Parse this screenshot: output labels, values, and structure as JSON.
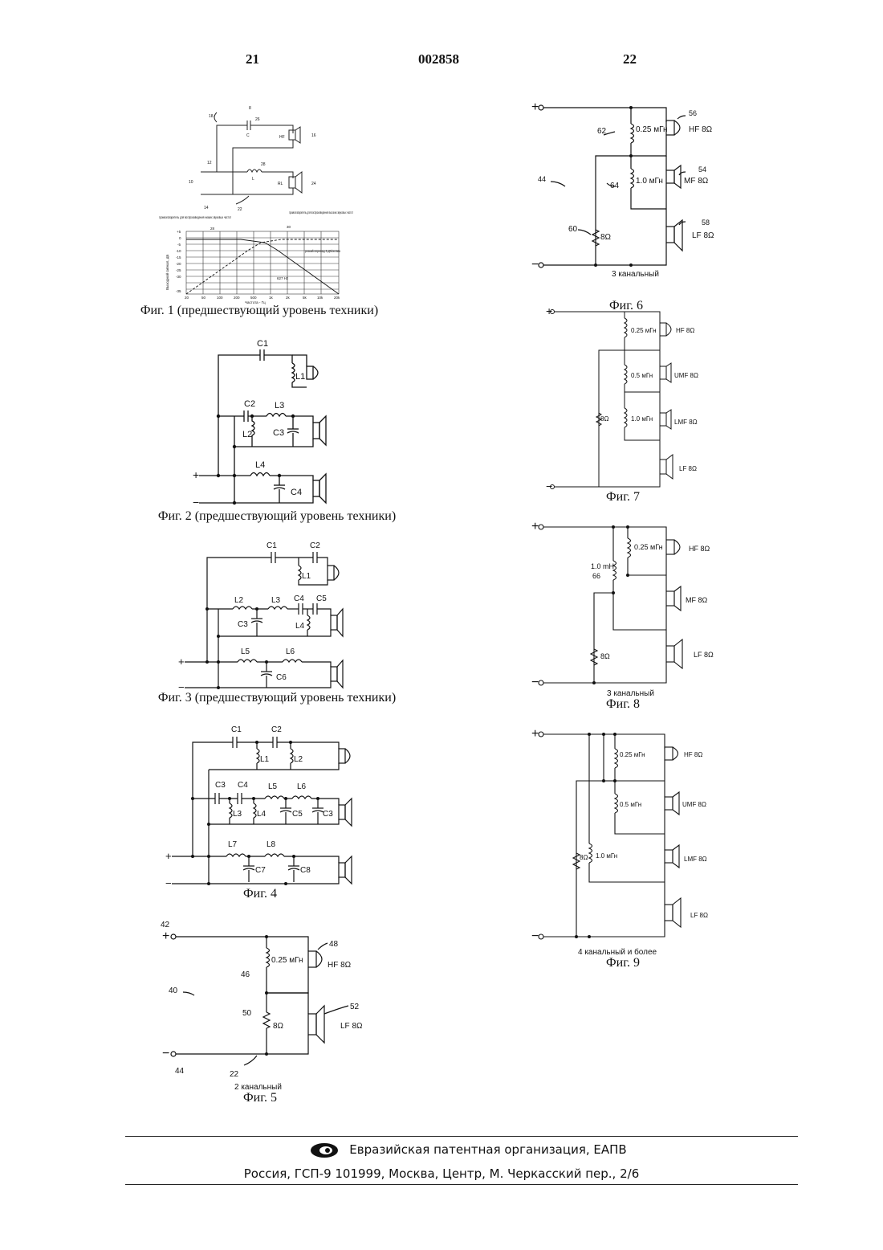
{
  "header": {
    "page_left": "21",
    "patent_number": "002858",
    "page_right": "22"
  },
  "figures": {
    "fig1": {
      "caption": "Фиг. 1 (предшествующий уровень техники)",
      "labels": [
        "8",
        "18",
        "26",
        "C",
        "12",
        "HF",
        "16",
        "10",
        "14",
        "28",
        "L",
        "RL",
        "24",
        "22"
      ],
      "graph": {
        "left_note": "громкоговоритель для воспроизведения низких звуковых частот",
        "right_note": "громкоговоритель для воспроизведения высоких звуковых частот",
        "slope_note": "резкий перепад 6 дБ/октава",
        "xlabel": "Частота - Гц",
        "ylabel": "Выходной сигнал, дБ",
        "mark_30": "30",
        "mark_28": "28",
        "freq_note": "627 Hz",
        "xticks": [
          "20",
          "50",
          "100",
          "200",
          "500",
          "1k",
          "2k",
          "5k",
          "10k",
          "20k"
        ],
        "yticks": [
          "+5",
          "0",
          "-5",
          "-10",
          "-15",
          "-20",
          "-25",
          "-30",
          "-35"
        ]
      }
    },
    "fig2": {
      "caption": "Фиг. 2 (предшествующий уровень техники)",
      "labels": [
        "C1",
        "L1",
        "C2",
        "L3",
        "L2",
        "C3",
        "L4",
        "C4",
        "+",
        "−"
      ]
    },
    "fig3": {
      "caption": "Фиг. 3 (предшествующий уровень техники)",
      "labels": [
        "C1",
        "C2",
        "L1",
        "L2",
        "L3",
        "C4",
        "C5",
        "C3",
        "L4",
        "L5",
        "L6",
        "C6",
        "+",
        "−"
      ]
    },
    "fig4": {
      "caption": "Фиг. 4",
      "labels": [
        "C1",
        "C2",
        "L1",
        "L2",
        "C3",
        "C4",
        "L5",
        "L6",
        "L3",
        "L4",
        "C5",
        "C3",
        "L7",
        "L8",
        "C7",
        "C8",
        "+",
        "−"
      ]
    },
    "fig5": {
      "caption": "Фиг. 5",
      "subtitle": "2 канальный",
      "labels": [
        "42",
        "+",
        "48",
        "0.25 мГн",
        "HF 8Ω",
        "46",
        "40",
        "50",
        "8Ω",
        "52",
        "LF 8Ω",
        "−",
        "44",
        "22"
      ]
    },
    "fig6": {
      "caption": "Фиг. 6",
      "subtitle": "3 канальный",
      "labels": [
        "+",
        "56",
        "62",
        "0.25 мГн",
        "HF 8Ω",
        "44",
        "64",
        "1.0 мГн",
        "54",
        "MF 8Ω",
        "58",
        "60",
        "8Ω",
        "LF 8Ω",
        "−"
      ]
    },
    "fig7": {
      "caption": "Фиг. 7",
      "labels": [
        "+",
        "0.25 мГн",
        "HF 8Ω",
        "0.5 мГн",
        "UMF 8Ω",
        "8Ω",
        "1.0 мГн",
        "LMF 8Ω",
        "LF 8Ω",
        "−"
      ]
    },
    "fig8": {
      "caption": "Фиг. 8",
      "subtitle": "3 канальный",
      "labels": [
        "+",
        "0.25 мГн",
        "HF 8Ω",
        "1.0 mH",
        "66",
        "MF 8Ω",
        "8Ω",
        "LF 8Ω",
        "−"
      ]
    },
    "fig9": {
      "caption": "Фиг. 9",
      "subtitle": "4 канальный и более",
      "labels": [
        "+",
        "0.25 мГн",
        "HF 8Ω",
        "0.5 мГн",
        "UMF 8Ω",
        "8Ω",
        "1.0 мГн",
        "LMF 8Ω",
        "LF 8Ω",
        "−"
      ]
    }
  },
  "footer": {
    "organization": "Евразийская патентная организация, ЕАПВ",
    "address": "Россия, ГСП-9 101999, Москва, Центр, М. Черкасский пер., 2/6"
  }
}
